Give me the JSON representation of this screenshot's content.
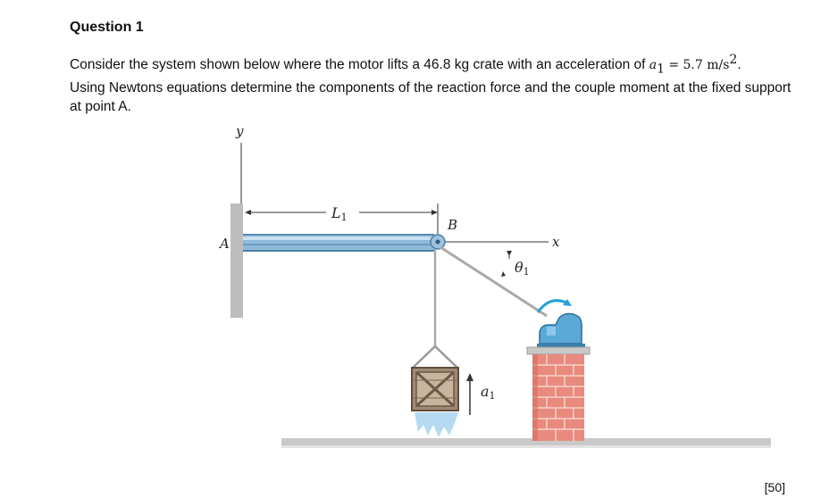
{
  "question": {
    "title": "Question 1",
    "text_part1": "Consider the system shown below where the motor lifts a 46.8 kg crate with an acceleration of",
    "accel_symbol": "a",
    "accel_subscript": "1",
    "accel_value": "= 5.7 m/s",
    "accel_exponent": "2",
    "text_part2": ".",
    "text_line2": "Using Newtons equations determine the components of the reaction force and the couple moment at the fixed support at point A."
  },
  "figure": {
    "label_y": "y",
    "label_x": "x",
    "label_A": "A",
    "label_B": "B",
    "label_L": "L",
    "label_L_sub": "1",
    "label_theta": "θ",
    "label_theta_sub": "1",
    "label_a": "a",
    "label_a_sub": "1",
    "colors": {
      "beam": "#8fb9d8",
      "beam_edge": "#4a7fa8",
      "brick": "#e88a7d",
      "motor": "#5aa9d6",
      "ground": "#b5b5b5",
      "arrow_blue": "#2a9fd6"
    }
  },
  "marks": "[50]"
}
